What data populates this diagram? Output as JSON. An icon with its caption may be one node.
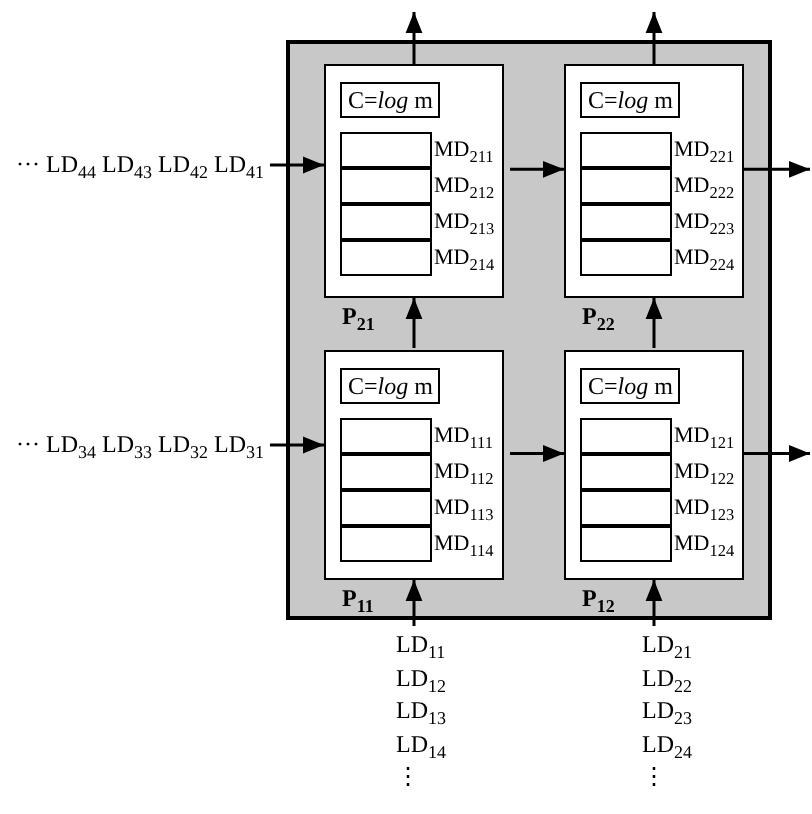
{
  "diagram": {
    "nodes": [
      {
        "text": [],
        "shape": "box"
      },
      {
        "text": [
          "P$_{21}$"
        ],
        "in": 0
      },
      {
        "text": [
          "C=*log* m"
        ],
        "in": 1
      },
      {
        "text": [],
        "shape": "box",
        "in": 1,
        "beside": [
          "MD$_{211}$"
        ]
      },
      {
        "text": [],
        "shape": "box",
        "in": 1,
        "beside": [
          "MD$_{212}$"
        ]
      },
      {
        "text": [],
        "shape": "box",
        "in": 1,
        "beside": [
          "MD$_{213}$"
        ]
      },
      {
        "text": [],
        "shape": "box",
        "in": 1,
        "beside": [
          "MD$_{214}$"
        ]
      },
      {
        "text": [
          "P$_{22}$"
        ],
        "in": 0
      },
      {
        "text": [
          "C=*log* m"
        ],
        "in": 7
      },
      {
        "text": [],
        "shape": "box",
        "in": 7,
        "beside": [
          "MD$_{221}$"
        ]
      },
      {
        "text": [],
        "shape": "box",
        "in": 7,
        "beside": [
          "MD$_{222}$"
        ]
      },
      {
        "text": [],
        "shape": "box",
        "in": 7,
        "beside": [
          "MD$_{223}$"
        ]
      },
      {
        "text": [],
        "shape": "box",
        "in": 7,
        "beside": [
          "MD$_{224}$"
        ]
      },
      {
        "text": [
          "P$_{11}$"
        ],
        "in": 0
      },
      {
        "text": [
          "C=*log* m"
        ],
        "in": 13
      },
      {
        "text": [],
        "shape": "box",
        "in": 13,
        "beside": [
          "MD$_{111}$"
        ]
      },
      {
        "text": [],
        "shape": "box",
        "in": 13,
        "beside": [
          "MD$_{112}$"
        ]
      },
      {
        "text": [],
        "shape": "box",
        "in": 13,
        "beside": [
          "MD$_{113}$"
        ]
      },
      {
        "text": [],
        "shape": "box",
        "in": 13,
        "beside": [
          "MD$_{114}$"
        ]
      },
      {
        "text": [
          "P$_{12}$"
        ],
        "in": 0
      },
      {
        "text": [
          "C=*log* m"
        ],
        "in": 19
      },
      {
        "text": [],
        "shape": "box",
        "in": 19,
        "beside": [
          "MD$_{121}$"
        ]
      },
      {
        "text": [],
        "shape": "box",
        "in": 19,
        "beside": [
          "MD$_{122}$"
        ]
      },
      {
        "text": [],
        "shape": "box",
        "in": 19,
        "beside": [
          "MD$_{123}$"
        ]
      },
      {
        "text": [],
        "shape": "box",
        "in": 19,
        "beside": [
          "MD$_{124}$"
        ]
      },
      {
        "text": [
          "··· LD$_{44}$ LD$_{43}$ LD$_{42}$ LD$_{41}$"
        ]
      },
      {
        "text": [
          "··· LD$_{34}$ LD$_{33}$ LD$_{32}$ LD$_{31}$"
        ]
      },
      {
        "text": [
          "LD$_{11}$",
          "LD$_{12}$",
          "LD$_{13}$",
          "LD$_{14}$",
          "⋮"
        ]
      },
      {
        "text": [
          "LD$_{21}$",
          "LD$_{22}$",
          "LD$_{23}$",
          "LD$_{24}$",
          "⋮"
        ]
      }
    ],
    "edges": [
      {
        "from": 25,
        "to": 1,
        "arrow": "to"
      },
      {
        "from": 1,
        "to": 7,
        "arrow": "to"
      },
      {
        "from": 7,
        "to": null,
        "arrow": "to"
      },
      {
        "from": 1,
        "to": null,
        "arrow": "to"
      },
      {
        "from": 7,
        "to": null,
        "arrow": "to"
      },
      {
        "from": 13,
        "to": 1,
        "arrow": "to"
      },
      {
        "from": 19,
        "to": 7,
        "arrow": "to"
      },
      {
        "from": 26,
        "to": 13,
        "arrow": "to"
      },
      {
        "from": 13,
        "to": 19,
        "arrow": "to"
      },
      {
        "from": 19,
        "to": null,
        "arrow": "to"
      },
      {
        "from": 27,
        "to": 13,
        "arrow": "to"
      },
      {
        "from": 28,
        "to": 19,
        "arrow": "to"
      }
    ]
  }
}
